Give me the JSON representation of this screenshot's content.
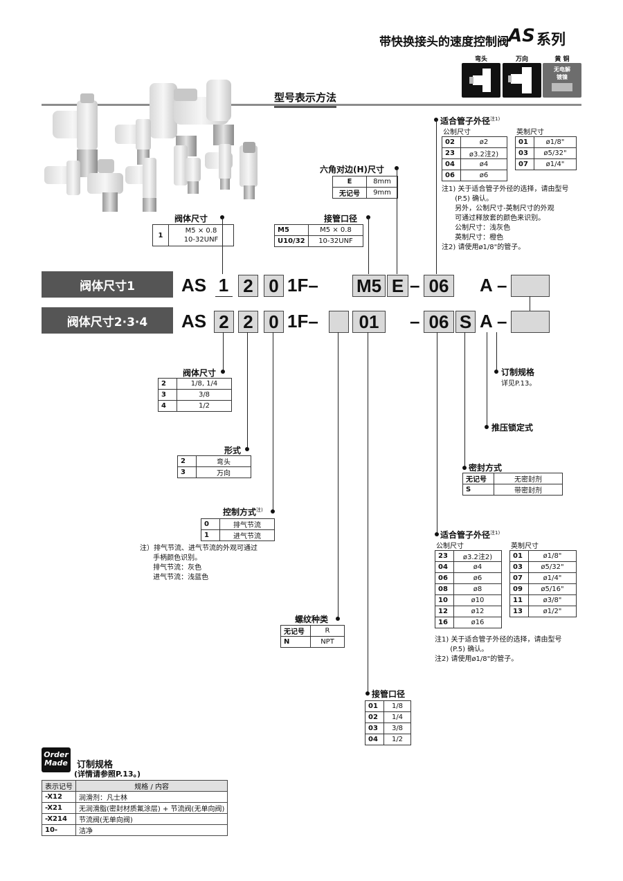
{
  "header": {
    "title": "带快换接头的速度控制阀",
    "series_code": "AS",
    "series_word": "系列",
    "icons": [
      {
        "label": "弯头",
        "icon": "elbow-fitting-icon"
      },
      {
        "label": "万向",
        "icon": "universal-fitting-icon"
      },
      {
        "label": "黄 铜",
        "sub": "无电解\n镀镍",
        "icon": "brass-icon"
      }
    ]
  },
  "section_title": "型号表示方法",
  "rows": [
    {
      "label": "阀体尺寸1",
      "prefix": "AS",
      "n1": "1",
      "n2": "2",
      "n3": "0",
      "mid": "1F–",
      "thread": "M5",
      "hex": "E",
      "dash": "–",
      "tube": "06",
      "a": "A",
      "dash2": "–"
    },
    {
      "label": "阀体尺寸2·3·4",
      "prefix": "AS",
      "n1": "2",
      "n2": "2",
      "n3": "0",
      "mid": "1F–",
      "thread": "01",
      "dash": "–",
      "tube": "06",
      "seal": "S",
      "a": "A",
      "dash2": "–"
    }
  ],
  "body_size_1": {
    "title": "阀体尺寸",
    "rows": [
      [
        "1",
        "M5 × 0.8\n10-32UNF"
      ]
    ]
  },
  "port_size_1": {
    "title": "接管口径",
    "rows": [
      [
        "M5",
        "M5 × 0.8"
      ],
      [
        "U10/32",
        "10-32UNF"
      ]
    ]
  },
  "hex_size": {
    "title": "六角对边(H)尺寸",
    "rows": [
      [
        "E",
        "8mm"
      ],
      [
        "无记号",
        "9mm"
      ]
    ]
  },
  "tube_od_1": {
    "title": "适合管子外径",
    "note_mark": "注1)",
    "metric_title": "公制尺寸",
    "inch_title": "英制尺寸",
    "metric": [
      [
        "02",
        "ø2"
      ],
      [
        "23",
        "ø3.2注2)"
      ],
      [
        "04",
        "ø4"
      ],
      [
        "06",
        "ø6"
      ]
    ],
    "inch": [
      [
        "01",
        "ø1/8\""
      ],
      [
        "03",
        "ø5/32\""
      ],
      [
        "07",
        "ø1/4\""
      ]
    ],
    "notes": [
      "注1) 关于适合管子外径的选择，请由型号",
      "      (P.5) 确认。",
      "      另外，公制尺寸-英制尺寸的外观",
      "      可通过释放套的颜色来识别。",
      "      公制尺寸：浅灰色",
      "      英制尺寸：橙色",
      "注2) 请使用ø1/8\"的管子。"
    ]
  },
  "body_size_234": {
    "title": "阀体尺寸",
    "rows": [
      [
        "2",
        "1/8, 1/4"
      ],
      [
        "3",
        "3/8"
      ],
      [
        "4",
        "1/2"
      ]
    ]
  },
  "form": {
    "title": "形式",
    "rows": [
      [
        "2",
        "弯头"
      ],
      [
        "3",
        "万向"
      ]
    ]
  },
  "control": {
    "title": "控制方式",
    "note_mark": "注)",
    "rows": [
      [
        "0",
        "排气节流"
      ],
      [
        "1",
        "进气节流"
      ]
    ],
    "notes": [
      "注）排气节流、进气节流的外观可通过",
      "      手柄颜色识别。",
      "      排气节流：灰色",
      "      进气节流：浅蓝色"
    ]
  },
  "thread_type": {
    "title": "螺纹种类",
    "rows": [
      [
        "无记号",
        "R"
      ],
      [
        "N",
        "NPT"
      ]
    ]
  },
  "port_size_234": {
    "title": "接管口径",
    "rows": [
      [
        "01",
        "1/8"
      ],
      [
        "02",
        "1/4"
      ],
      [
        "03",
        "3/8"
      ],
      [
        "04",
        "1/2"
      ]
    ]
  },
  "made_to_order_link": {
    "title": "订制规格",
    "sub": "详见P.13。"
  },
  "push_lock": {
    "title": "推压锁定式"
  },
  "seal": {
    "title": "密封方式",
    "rows": [
      [
        "无记号",
        "无密封剂"
      ],
      [
        "S",
        "带密封剂"
      ]
    ]
  },
  "tube_od_2": {
    "title": "适合管子外径",
    "note_mark": "注1)",
    "metric_title": "公制尺寸",
    "inch_title": "英制尺寸",
    "metric": [
      [
        "23",
        "ø3.2注2)"
      ],
      [
        "04",
        "ø4"
      ],
      [
        "06",
        "ø6"
      ],
      [
        "08",
        "ø8"
      ],
      [
        "10",
        "ø10"
      ],
      [
        "12",
        "ø12"
      ],
      [
        "16",
        "ø16"
      ]
    ],
    "inch": [
      [
        "01",
        "ø1/8\""
      ],
      [
        "03",
        "ø5/32\""
      ],
      [
        "07",
        "ø1/4\""
      ],
      [
        "09",
        "ø5/16\""
      ],
      [
        "11",
        "ø3/8\""
      ],
      [
        "13",
        "ø1/2\""
      ]
    ],
    "notes": [
      "注1) 关于适合管子外径的选择，请由型号",
      "       (P.5) 确认。",
      "注2) 请使用ø1/8\"的管子。"
    ]
  },
  "order_made": {
    "logo": "Order\nMade",
    "title": "订制规格",
    "sub": "(详情请参照P.13。)",
    "head": [
      "表示记号",
      "规格 / 内容"
    ],
    "rows": [
      [
        "-X12",
        "润滑剂：凡士林"
      ],
      [
        "-X21",
        "无润滑脂(密封材质氟涂层) + 节流阀(无单向阀)"
      ],
      [
        "-X214",
        "节流阀(无单向阀)"
      ],
      [
        "10-",
        "洁净"
      ]
    ]
  }
}
